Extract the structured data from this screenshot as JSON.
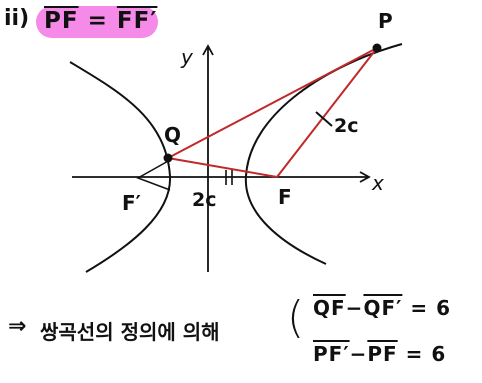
{
  "heading": {
    "label": "ii)",
    "lhs": "PF",
    "equals": "=",
    "rhs": "FF′"
  },
  "axes": {
    "x_label": "x",
    "y_label": "y"
  },
  "points": {
    "P": "P",
    "Q": "Q",
    "F": "F",
    "F_prime": "F′"
  },
  "segments": {
    "pf_length": "2c",
    "fprime_f_length": "2c"
  },
  "statement": {
    "arrow": "⇒",
    "text": "쌍곡선의 정의에 의해",
    "eq1": {
      "a": "QF",
      "minus": "−",
      "b": "QF′",
      "equals": "=",
      "value": "6"
    },
    "eq2": {
      "a": "PF′",
      "minus": "−",
      "b": "PF",
      "equals": "=",
      "value": "6"
    }
  },
  "colors": {
    "highlight": "#f58ae8",
    "segment": "#c0282a",
    "ink": "#111111"
  }
}
